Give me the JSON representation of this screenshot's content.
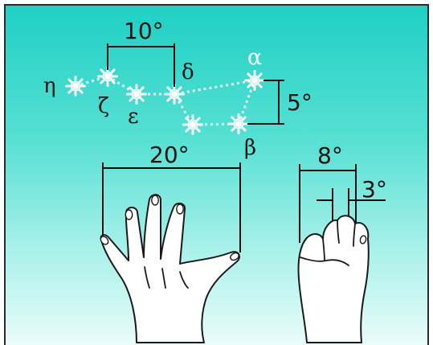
{
  "stars": {
    "eta": "η",
    "zeta": "ζ",
    "epsilon": "ε",
    "delta": "δ",
    "alpha": "α",
    "beta": "β"
  },
  "measures": {
    "star_gap": "10°",
    "pointer_height": "5°",
    "spread_hand": "20°",
    "fist": "8°",
    "finger": "3°"
  },
  "colors": {
    "sky_top": "#1fd0c4",
    "sky_bottom": "#eafcfa",
    "star": "#ffffff"
  },
  "icons": {
    "star": "sun-burst-icon",
    "spread_hand": "open-hand-icon",
    "fist": "fist-icon"
  }
}
